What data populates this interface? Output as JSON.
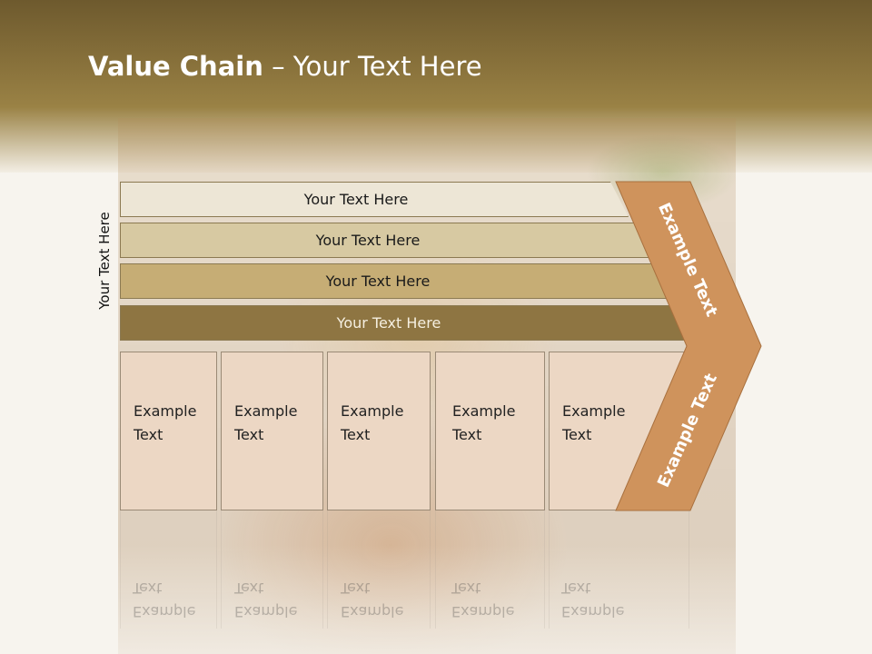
{
  "title": {
    "bold": "Value Chain",
    "rest": " – Your Text Here"
  },
  "side_label": "Your Text Here",
  "rows": [
    {
      "label": "Your Text Here",
      "color": "#ede6d6"
    },
    {
      "label": "Your Text Here",
      "color": "#d7c9a2"
    },
    {
      "label": "Your Text Here",
      "color": "#c6ad75"
    },
    {
      "label": "Your Text Here",
      "color": "#8e7542"
    }
  ],
  "cells": [
    {
      "line1": "Example",
      "line2": "Text"
    },
    {
      "line1": "Example",
      "line2": "Text"
    },
    {
      "line1": "Example",
      "line2": "Text"
    },
    {
      "line1": "Example",
      "line2": "Text"
    },
    {
      "line1": "Example",
      "line2": "Text"
    }
  ],
  "chevron": {
    "upper_text": "Example Text",
    "lower_text": "Example Text",
    "color": "#cf935c"
  },
  "colors": {
    "header": "#8a733c",
    "cell": "#ecd7c4"
  }
}
